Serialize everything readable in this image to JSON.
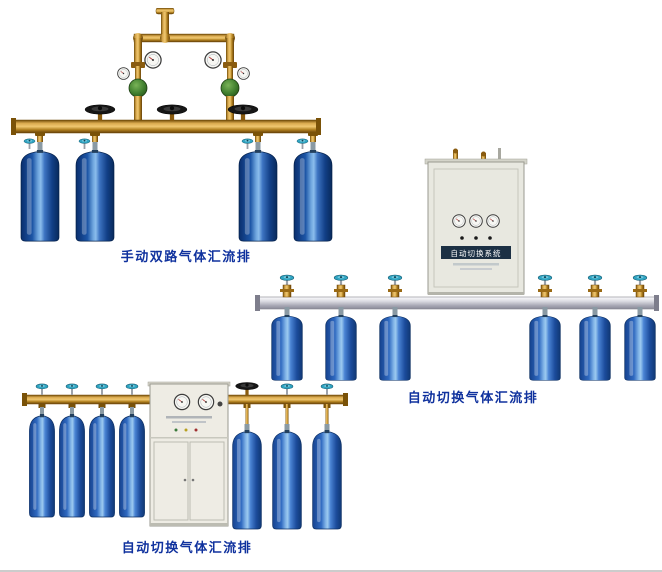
{
  "page": {
    "background_color": "#ffffff",
    "bottom_rule_color": "#cccccc"
  },
  "colors": {
    "caption_text": "#10329e",
    "cylinder_navy": "#0d3f8e",
    "cylinder_blue": "#2f69c0",
    "brass_pipe": "#c89136",
    "manifold_bar_silver": "#c6c6d0",
    "cabinet_body": "#e8e8e0",
    "handwheel_black": "#161616",
    "handwheel_cyan": "#2fa4c2",
    "regulator_green": "#41802f",
    "gauge_face": "#f7f7f3"
  },
  "figures": [
    {
      "id": "manual-dual-gas-manifold",
      "caption": "手动双路气体汇流排",
      "cylinder_count": 4,
      "gauge_count": 4,
      "handwheel_count": 3
    },
    {
      "id": "auto-switching-gas-manifold-with-cabinet",
      "caption": "自动切换气体汇流排",
      "cabinet_label": "自动切换系统",
      "cylinder_count": 6,
      "gauge_count": 3
    },
    {
      "id": "auto-switching-gas-manifold",
      "caption": "自动切换气体汇流排",
      "cylinder_count": 7,
      "gauge_count": 2
    }
  ]
}
